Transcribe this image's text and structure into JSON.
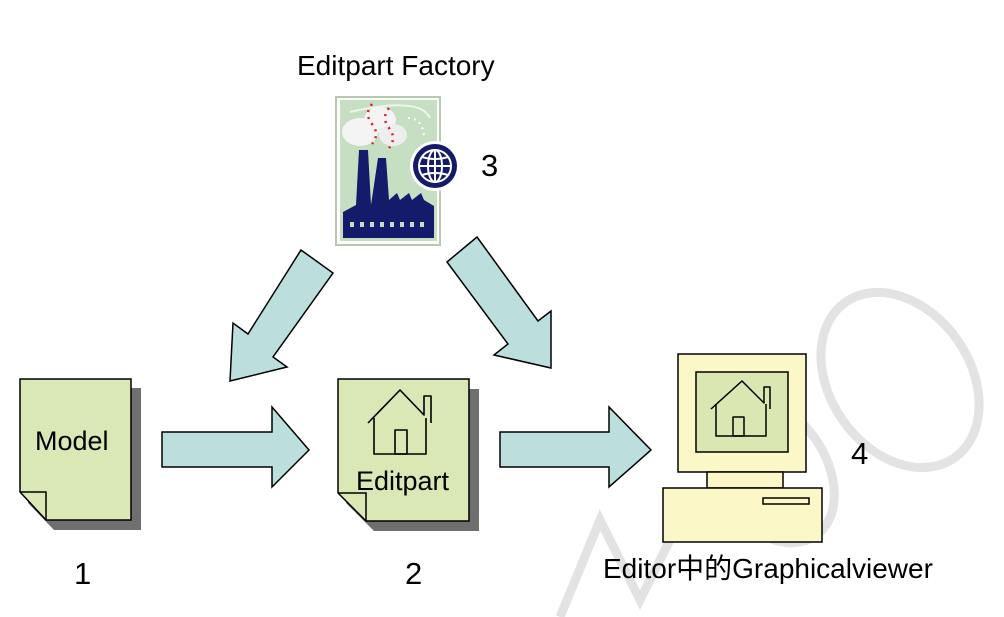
{
  "factory": {
    "title": "Editpart Factory",
    "number": "3"
  },
  "model": {
    "label": "Model",
    "number": "1"
  },
  "editpart": {
    "label": "Editpart",
    "number": "2"
  },
  "editor": {
    "label": "Editor中的Graphicalviewer",
    "number": "4"
  },
  "colors": {
    "document_fill": "#d9e8b4",
    "document_shadow": "#6f6f6f",
    "arrow_fill": "#bcdedd",
    "monitor_fill": "#fbf7c7",
    "factory_background": "#c6dec2",
    "factory_building": "#141b6b",
    "watermark": "#e3e3e3"
  }
}
